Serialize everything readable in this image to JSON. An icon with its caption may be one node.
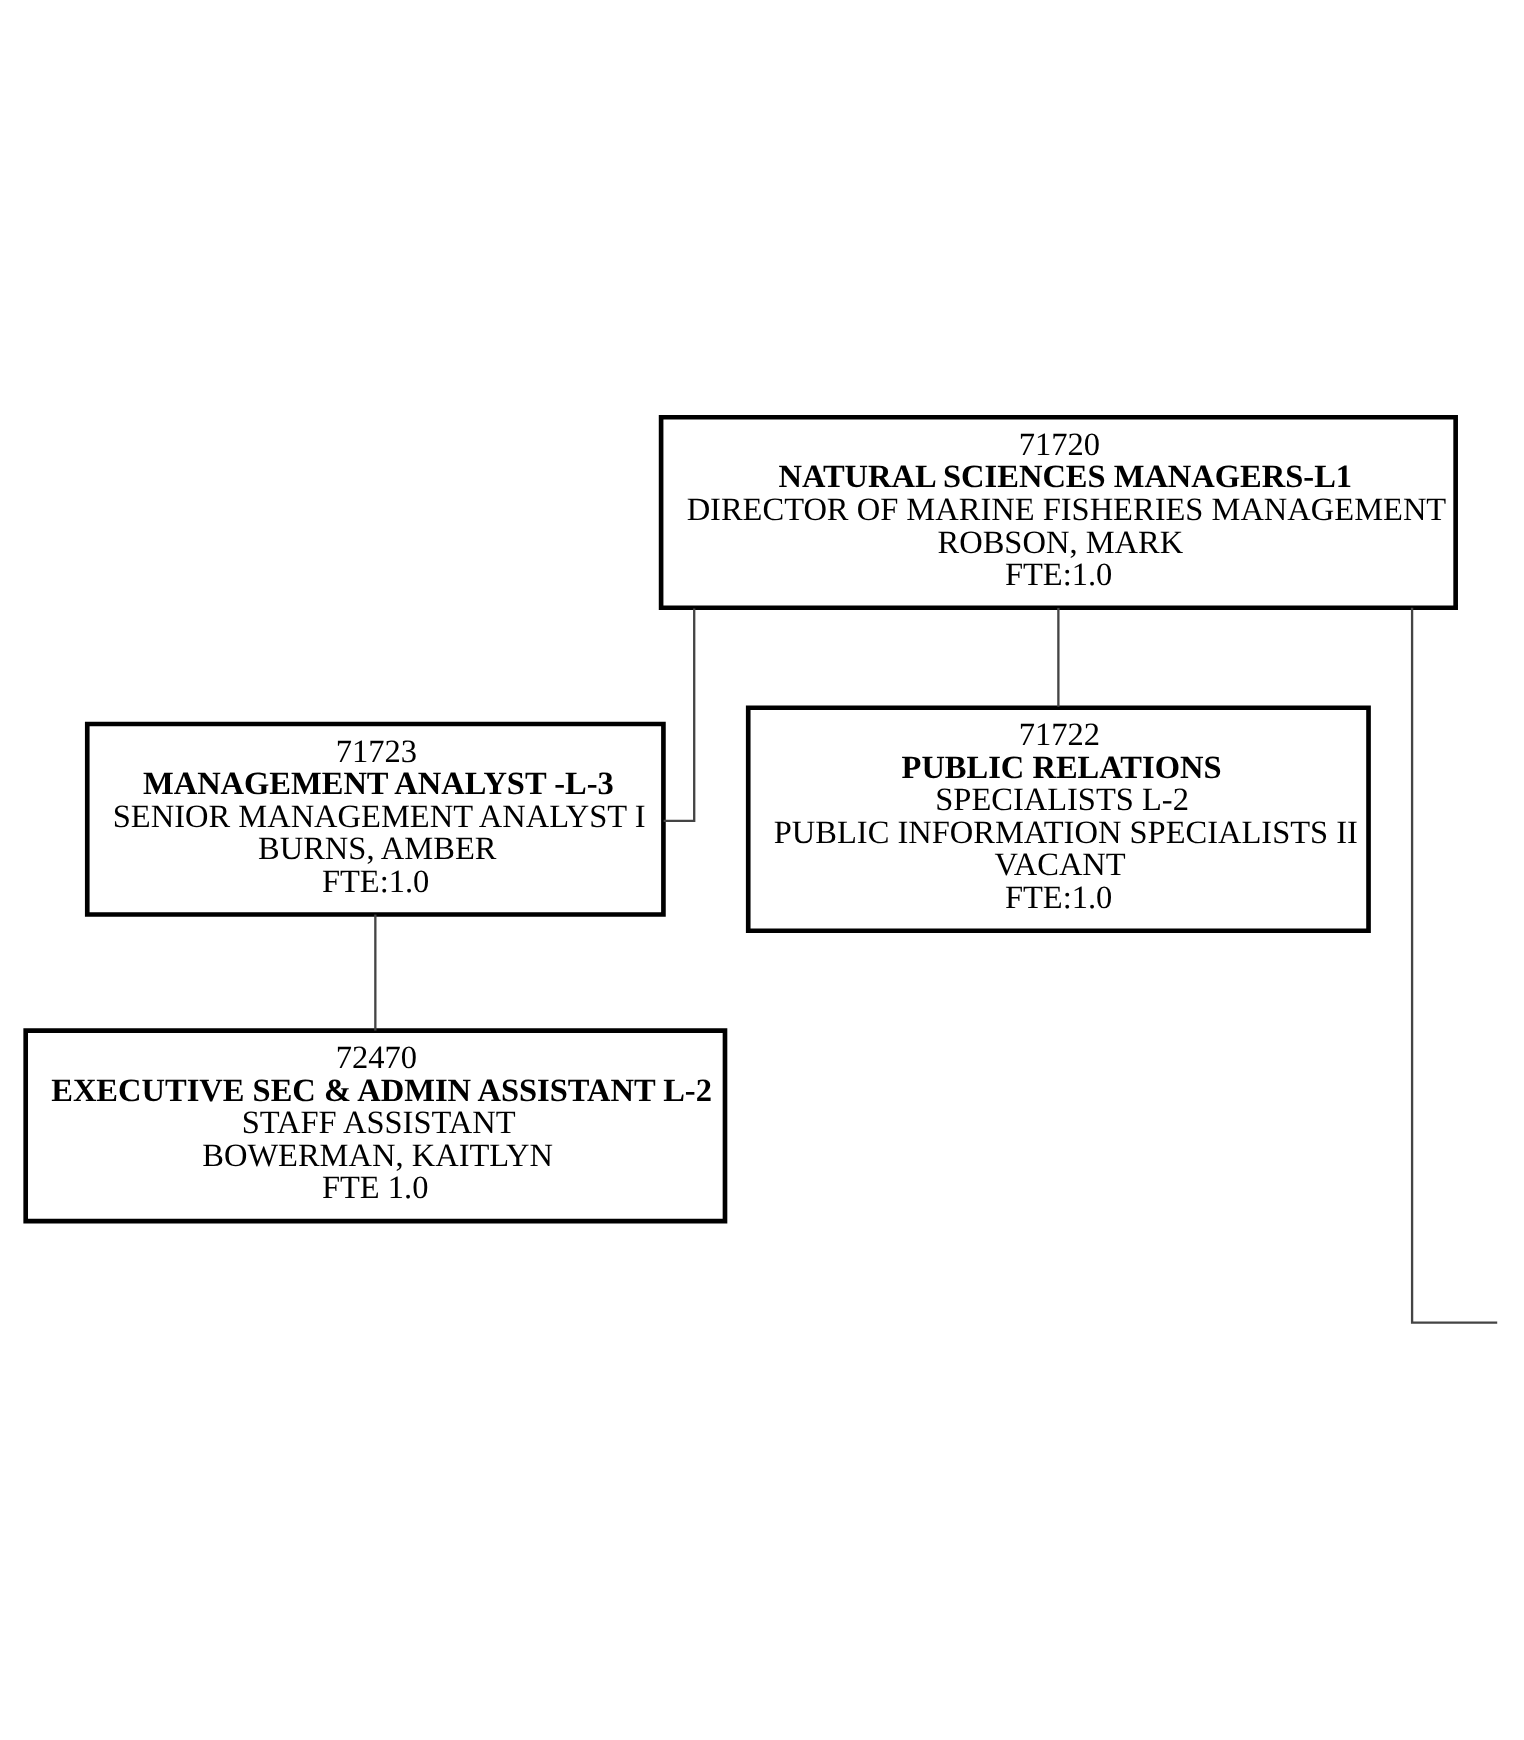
{
  "diagram": {
    "nodes": [
      {
        "text": [
          "71720",
          "NATURAL SCIENCES MANAGERS-L1",
          "DIRECTOR OF MARINE FISHERIES MANAGEMENT",
          "ROBSON, MARK",
          "FTE:1.0"
        ]
      },
      {
        "text": [
          "71723",
          "MANAGEMENT ANALYST -L-3",
          "SENIOR MANAGEMENT ANALYST I",
          "BURNS, AMBER",
          "FTE:1.0"
        ]
      },
      {
        "text": [
          "71722",
          "PUBLIC RELATIONS",
          "SPECIALISTS L-2",
          "PUBLIC INFORMATION SPECIALISTS II",
          "VACANT",
          "FTE:1.0"
        ]
      },
      {
        "text": [
          "72470",
          "EXECUTIVE SEC & ADMIN ASSISTANT L-2",
          "STAFF ASSISTANT",
          "BOWERMAN, KAITLYN",
          "FTE 1.0"
        ]
      }
    ],
    "edges": [
      {
        "from": 0,
        "to": 1,
        "arrow": "none"
      },
      {
        "from": 0,
        "to": 2,
        "arrow": "none"
      },
      {
        "from": 1,
        "to": 3,
        "arrow": "none"
      },
      {
        "from": 0,
        "to": null,
        "arrow": "none"
      }
    ]
  }
}
